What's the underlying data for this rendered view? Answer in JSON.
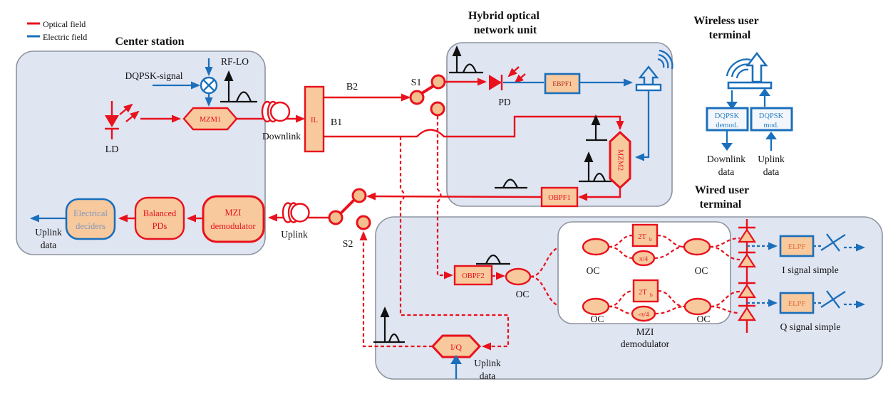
{
  "legend": {
    "optical": "Optical field",
    "electric": "Electric field"
  },
  "center_station": {
    "title": "Center station",
    "dqpsk_signal": "DQPSK-signal",
    "rf_lo": "RF-LO",
    "ld": "LD",
    "mzm1": "MZM1",
    "downlink": "Downlink",
    "uplink": "Uplink",
    "electrical_deciders": {
      "line1": "Electrical",
      "line2": "deciders"
    },
    "balanced_pds": {
      "line1": "Balanced",
      "line2": "PDs"
    },
    "mzi_demodulator": {
      "line1": "MZI",
      "line2": "demodulator"
    },
    "uplink_data": {
      "line1": "Uplink",
      "line2": "data"
    }
  },
  "interleaver": {
    "label": "IL",
    "b1": "B1",
    "b2": "B2"
  },
  "switches": {
    "s1": "S1",
    "s2": "S2"
  },
  "onu": {
    "title": {
      "line1": "Hybrid optical",
      "line2": "network unit"
    },
    "pd": "PD",
    "ebpf1": "EBPF1",
    "mzm2": "MZM2",
    "obpf1": "OBPF1"
  },
  "wireless_terminal": {
    "title": {
      "line1": "Wireless user",
      "line2": "terminal"
    },
    "demod": {
      "line1": "DQPSK",
      "line2": "demod."
    },
    "mod": {
      "line1": "DQPSK",
      "line2": "mod."
    },
    "downlink_data": {
      "line1": "Downlink",
      "line2": "data"
    },
    "uplink_data": {
      "line1": "Uplink",
      "line2": "data"
    }
  },
  "wired_terminal": {
    "title": {
      "line1": "Wired user",
      "line2": "terminal"
    },
    "obpf2": "OBPF2",
    "oc": "OC",
    "mzi_demodulator": {
      "line1": "MZI",
      "line2": "demodulator"
    },
    "delay": "2T",
    "delay_sub": "b",
    "phase_plus": "π/4",
    "phase_minus": "-π/4",
    "elpf": "ELPF",
    "iq": "I/Q",
    "i_signal": "I signal simple",
    "q_signal": "Q signal simple",
    "uplink_data": {
      "line1": "Uplink",
      "line2": "data"
    }
  },
  "colors": {
    "optical_red": "#e8111c",
    "electric_blue": "#1b6fbb",
    "component_fill": "#f7c99d",
    "panel_fill": "#e0e5f2",
    "panel_border": "#8d939f",
    "spectrum_black": "#111111"
  }
}
